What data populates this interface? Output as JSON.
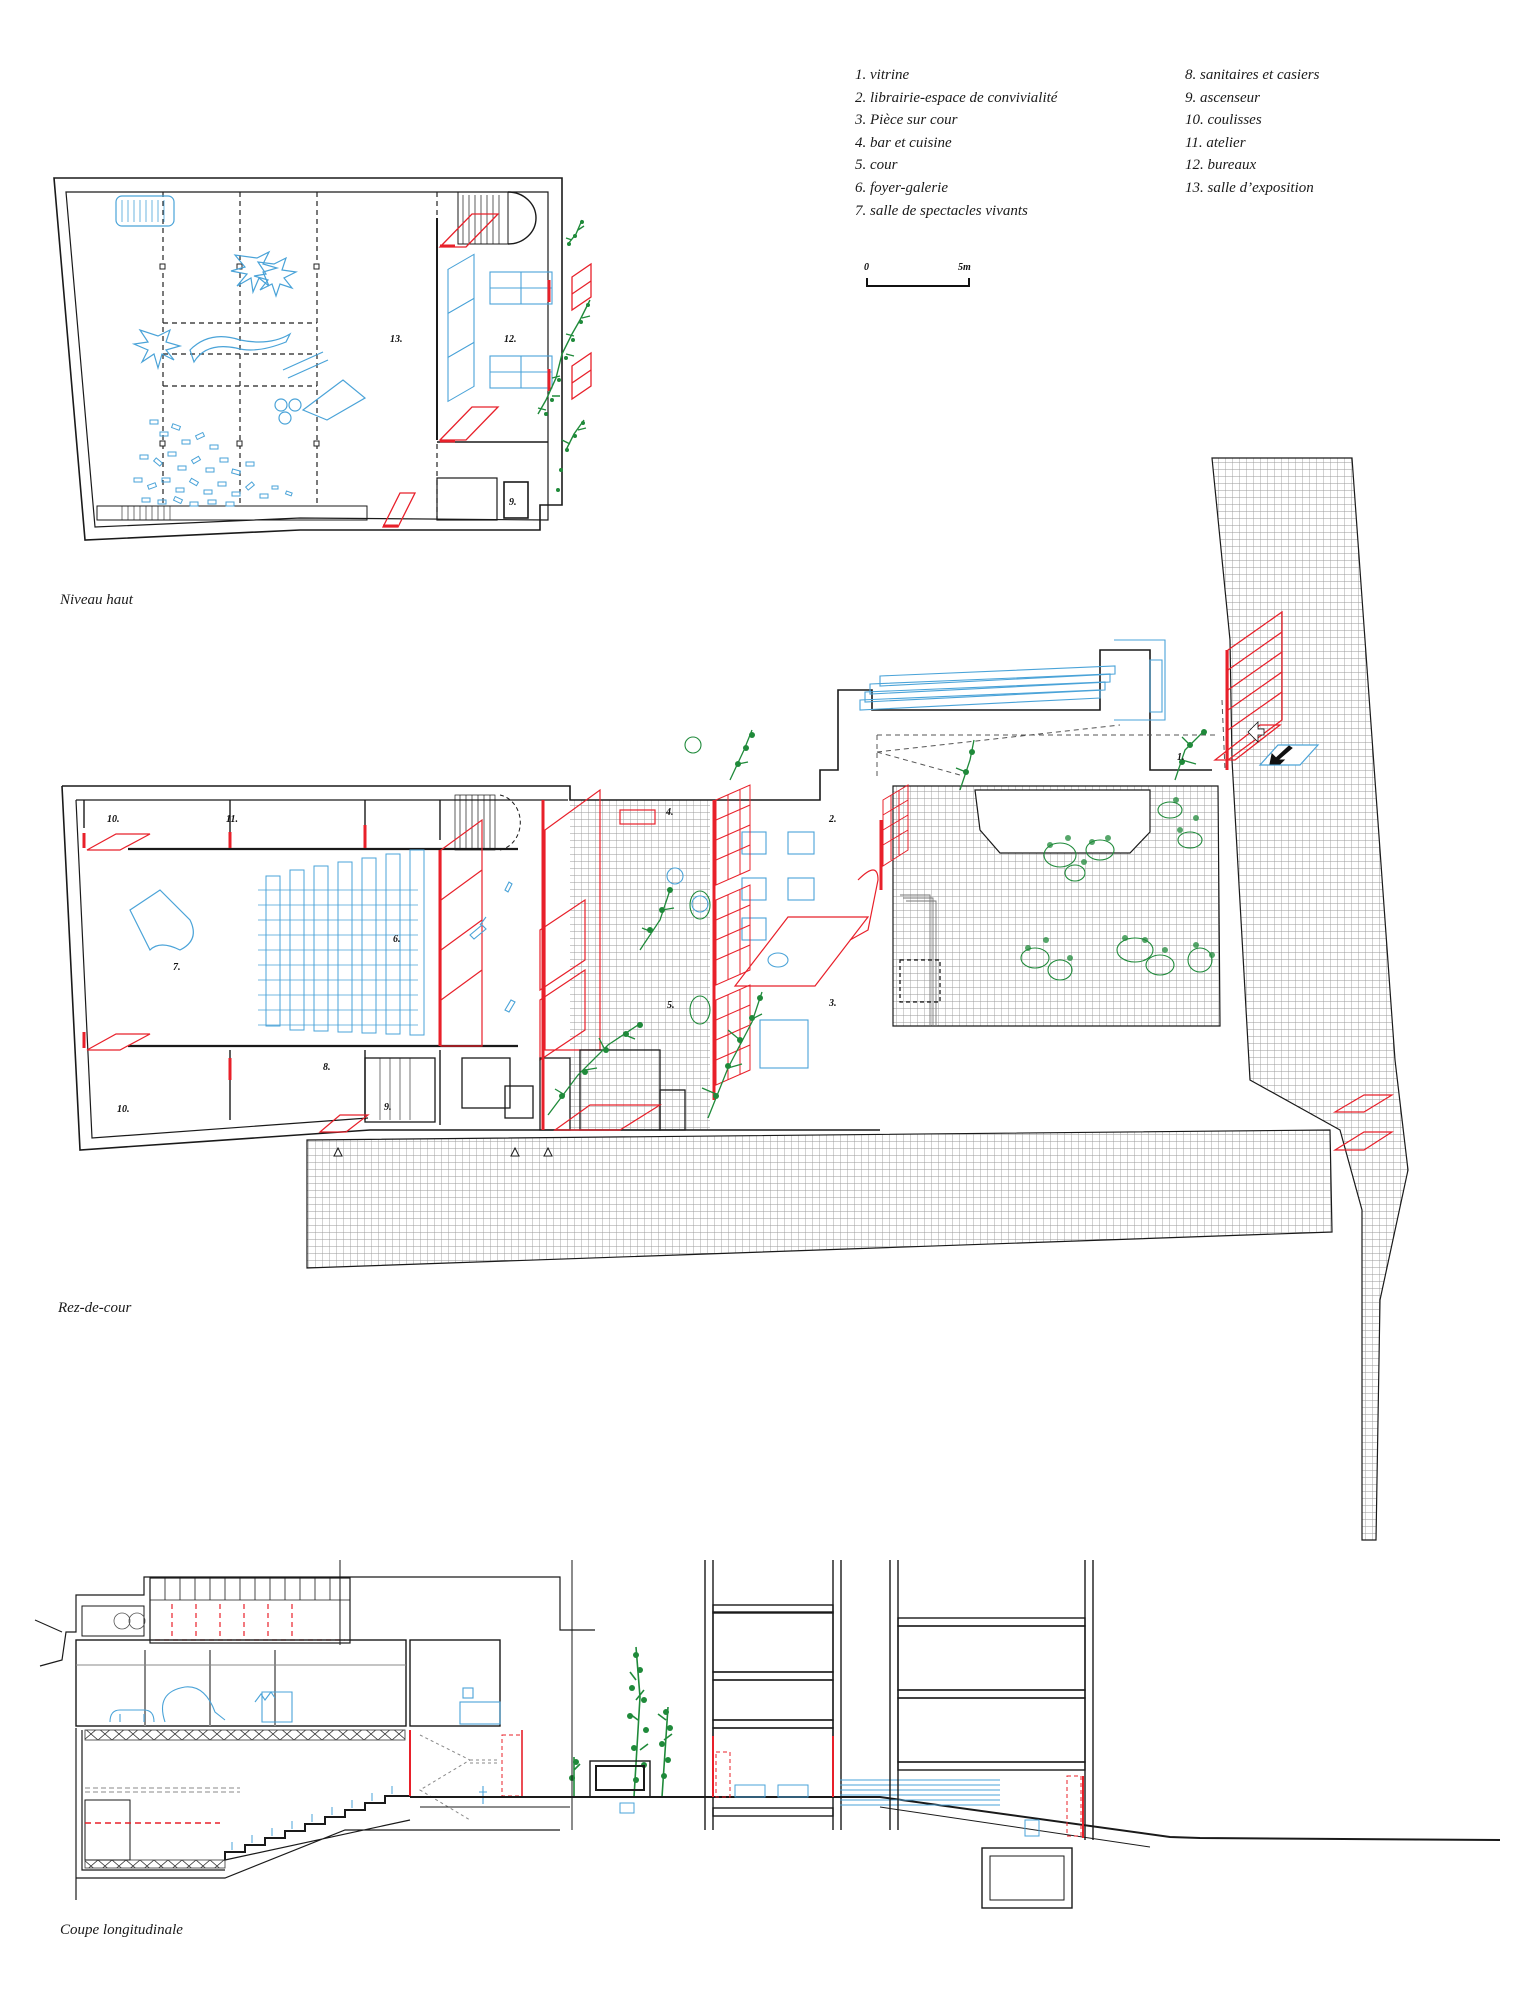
{
  "legend": {
    "left_column": [
      "1. vitrine",
      "2. librairie-espace de convivialité",
      "3. Pièce sur cour",
      "4. bar et cuisine",
      "5. cour",
      "6. foyer-galerie",
      "7. salle de spectacles vivants"
    ],
    "right_column": [
      "8. sanitaires et casiers",
      "9. ascenseur",
      "10. coulisses",
      "11. atelier",
      "12. bureaux",
      "13. salle d’exposition"
    ]
  },
  "scale_bar": {
    "start_label": "0",
    "end_label": "5m"
  },
  "drawings": {
    "upper_level": {
      "caption": "Niveau haut",
      "room_labels": [
        "13.",
        "12.",
        "9."
      ]
    },
    "ground_level": {
      "caption": "Rez-de-cour",
      "room_labels": [
        "1.",
        "2.",
        "3.",
        "4.",
        "5.",
        "6.",
        "7.",
        "8.",
        "9.",
        "10.",
        "10.",
        "11."
      ]
    },
    "section": {
      "caption": "Coupe longitudinale"
    }
  },
  "colors": {
    "walls": "#1a1a1a",
    "new_interventions": "#e8202a",
    "furniture": "#4aa3d8",
    "vegetation": "#1f8a3a",
    "paving_grid": "#9a9a9a"
  }
}
